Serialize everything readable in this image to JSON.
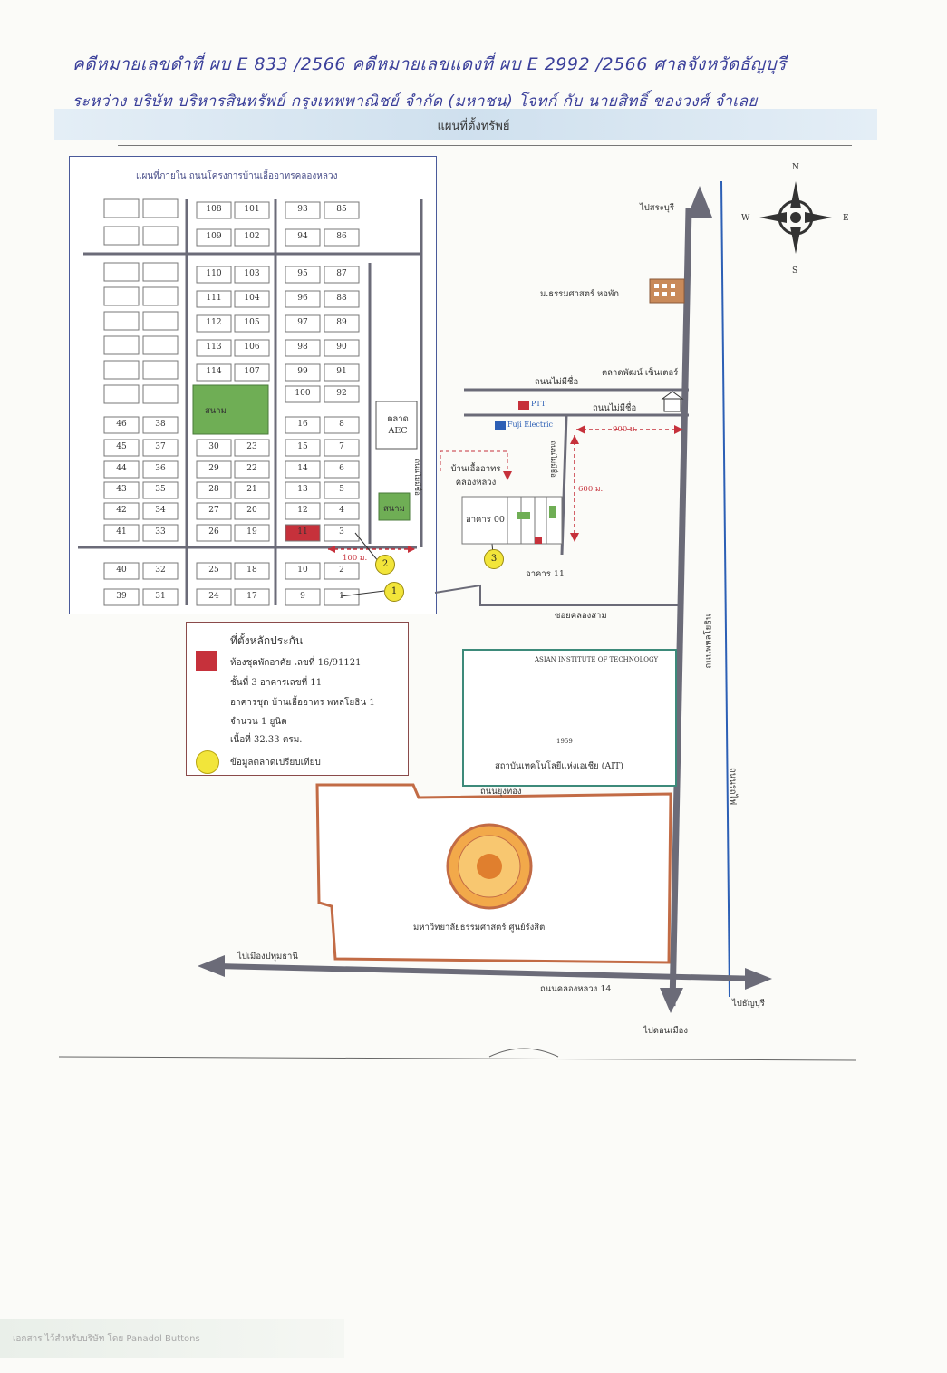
{
  "header": {
    "line1": "คดีหมายเลขดำที่ ผบ E 833 /2566   คดีหมายเลขแดงที่ ผบ E 2992 /2566   ศาลจังหวัดธัญบุรี",
    "line2": "ระหว่าง  บริษัท  บริหารสินทรัพย์ กรุงเทพพาณิชย์ จำกัด (มหาชน) โจทก์ กับ นายสิทธิ์ ของวงศ์ จำเลย"
  },
  "page_title": "แผนที่ตั้งทรัพย์",
  "estate": {
    "title": "แผนที่ภายใน ถนนโครงการบ้านเอื้ออาทรคลองหลวง",
    "lots": [
      {
        "n": "108"
      },
      {
        "n": "101"
      },
      {
        "n": "93"
      },
      {
        "n": "85"
      },
      {
        "n": "109"
      },
      {
        "n": "102"
      },
      {
        "n": "94"
      },
      {
        "n": "86"
      },
      {
        "n": "110"
      },
      {
        "n": "103"
      },
      {
        "n": "95"
      },
      {
        "n": "87"
      },
      {
        "n": "111"
      },
      {
        "n": "104"
      },
      {
        "n": "96"
      },
      {
        "n": "88"
      },
      {
        "n": "112"
      },
      {
        "n": "105"
      },
      {
        "n": "97"
      },
      {
        "n": "89"
      },
      {
        "n": "113"
      },
      {
        "n": "106"
      },
      {
        "n": "98"
      },
      {
        "n": "90"
      },
      {
        "n": "114"
      },
      {
        "n": "107"
      },
      {
        "n": "99"
      },
      {
        "n": "91"
      },
      {
        "n": "100"
      },
      {
        "n": "92"
      },
      {
        "n": "46"
      },
      {
        "n": "38"
      },
      {
        "n": "16"
      },
      {
        "n": "8"
      },
      {
        "n": "45"
      },
      {
        "n": "37"
      },
      {
        "n": "30"
      },
      {
        "n": "23"
      },
      {
        "n": "15"
      },
      {
        "n": "7"
      },
      {
        "n": "44"
      },
      {
        "n": "36"
      },
      {
        "n": "29"
      },
      {
        "n": "22"
      },
      {
        "n": "14"
      },
      {
        "n": "6"
      },
      {
        "n": "43"
      },
      {
        "n": "35"
      },
      {
        "n": "28"
      },
      {
        "n": "21"
      },
      {
        "n": "13"
      },
      {
        "n": "5"
      },
      {
        "n": "42"
      },
      {
        "n": "34"
      },
      {
        "n": "27"
      },
      {
        "n": "20"
      },
      {
        "n": "12"
      },
      {
        "n": "4"
      },
      {
        "n": "41"
      },
      {
        "n": "33"
      },
      {
        "n": "26"
      },
      {
        "n": "19"
      },
      {
        "n": "11"
      },
      {
        "n": "3"
      },
      {
        "n": "40"
      },
      {
        "n": "32"
      },
      {
        "n": "25"
      },
      {
        "n": "18"
      },
      {
        "n": "10"
      },
      {
        "n": "2"
      },
      {
        "n": "39"
      },
      {
        "n": "31"
      },
      {
        "n": "24"
      },
      {
        "n": "17"
      },
      {
        "n": "9"
      },
      {
        "n": "1"
      }
    ],
    "park_label": "สนาม",
    "park_small_label": "สนาม",
    "market_label": "ตลาด AEC",
    "road_label": "ถนนไม่มีชื่อ",
    "distance": "100 ม."
  },
  "map": {
    "to_saraburi": "ไปสระบุรี",
    "compass": {
      "n": "N",
      "s": "S",
      "e": "E",
      "w": "W"
    },
    "univ_top": "ม.ธรรมศาสตร์ หอพัก",
    "no_name_road_1": "ถนนไม่มีชื่อ",
    "no_name_road_2": "ถนนไม่มีชื่อ",
    "market_center": "ตลาดพัฒน์ เซ็นเตอร์",
    "ptt_label": "PTT",
    "fuji": "Fuji Electric",
    "dist_900": "900 ม.",
    "dist_600": "600 ม.",
    "side_road": "ถนนไม่มีชื่อ",
    "estate_name": "บ้านเอื้ออาทร คลองหลวง",
    "bldg_label": "อาคาร 00",
    "bldg11_label": "อาคาร 11",
    "canal_road": "ซอยคลองสาม",
    "phahonyothin": "ถนนพหลโยธิน",
    "ait_name": "สถาบันเทคโนโลยีแห่งเอเชีย (AIT)",
    "ait_seal_text": "ASIAN INSTITUTE OF TECHNOLOGY",
    "ait_year": "1959",
    "north_road": "ถนนยุงทอง",
    "tu_name": "มหาวิทยาลัยธรรมศาสตร์ ศูนย์รังสิต",
    "to_pathum": "ไปเมืองปทุมธานี",
    "klong_luang_rd": "ถนนคลองหลวง 14",
    "to_thanyaburi": "ไปธัญบุรี",
    "to_donmueang": "ไปดอนเมือง",
    "vibhavadi": "ถนนรถไฟ",
    "circles": [
      "1",
      "2",
      "3"
    ]
  },
  "legend": {
    "title": "ที่ตั้งหลักประกัน",
    "line1": "ห้องชุดพักอาศัย เลขที่ 16/91121",
    "line2": "ชั้นที่ 3 อาคารเลขที่ 11",
    "line3": "อาคารชุด บ้านเอื้ออาทร พหลโยธิน 1",
    "line4": "จำนวน 1 ยูนิต",
    "line5": "เนื้อที่ 32.33 ตรม.",
    "circle_label": "ข้อมูลตลาดเปรียบเทียบ"
  },
  "footer": "เอกสาร ไว้สำหรับบริษัท โดย Panadol Buttons",
  "colors": {
    "highlight": "#c6313b",
    "park": "#6fae55",
    "road": "#6b6b78",
    "river": "#2c5fb5",
    "ait_border": "#3d8a7a",
    "tu_border": "#c26b45"
  }
}
